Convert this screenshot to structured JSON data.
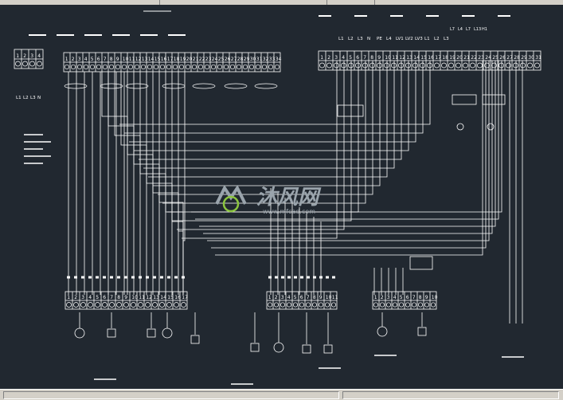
{
  "colors": {
    "canvas": "#212830",
    "line": "#ffffff",
    "accent": "#8cc63f",
    "watermark": "#9aa4ac",
    "chrome": "#d4d0c8"
  },
  "diagram": {
    "left_strip_numbers": [
      "1",
      "2",
      "3",
      "4"
    ],
    "left_legend_labels": [
      "L1",
      "L2",
      "L3",
      "N"
    ],
    "top_right_wire_labels": [
      "L1",
      "L2",
      "L3",
      "N",
      "PE",
      "L4",
      "LV1",
      "LV2",
      "LV3",
      "L1",
      "L2",
      "L3"
    ],
    "top_right_small_labels": [
      "L7",
      "L4",
      "L7",
      "L13",
      "H1"
    ],
    "bottom_left_cells": [
      "1",
      "2",
      "3",
      "4",
      "5",
      "6",
      "7",
      "8",
      "9",
      "10",
      "11",
      "12",
      "13",
      "14",
      "15",
      "16",
      "17"
    ],
    "bottom_mid_cells": [
      "1",
      "2",
      "3",
      "4",
      "5",
      "6",
      "7",
      "8",
      "9",
      "10",
      "11"
    ],
    "bottom_right_cells": [
      "1",
      "2",
      "3",
      "4",
      "5",
      "6",
      "7",
      "8",
      "9",
      "10"
    ]
  },
  "watermark": {
    "cn_text": "沐风网",
    "url": "www.mfcad.com"
  },
  "icons": {
    "logo": "mf-logo-icon"
  }
}
